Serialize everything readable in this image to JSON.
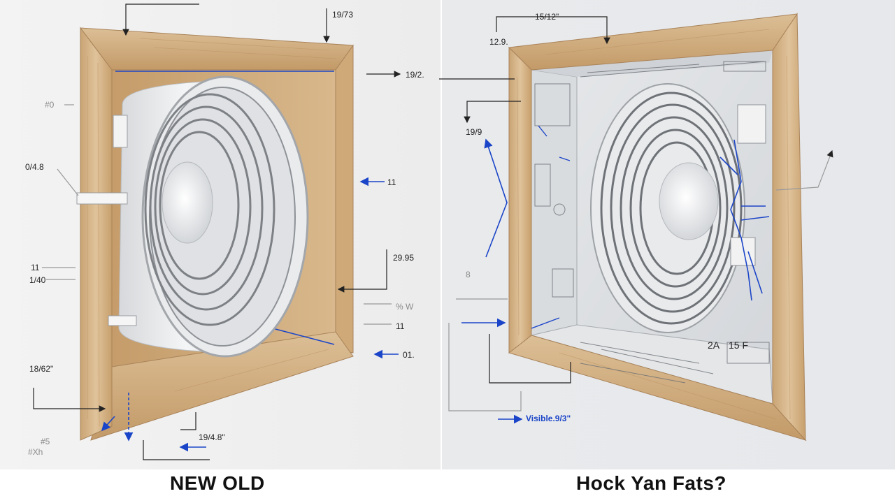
{
  "captions": {
    "left": "NEW OLD",
    "right": "Hock Yan Fats?"
  },
  "labels": {
    "l_top": "19/73",
    "l_right_1": "19/2.",
    "l_side_1": "#0",
    "l_side_2": "0/4.8",
    "l_mid_right": "11",
    "l_side_3": "11",
    "l_side_4": "1/40",
    "l_right_2": "29.95",
    "l_right_3": "% W",
    "l_right_4": "11",
    "l_right_5": "01.",
    "l_bottom_1": "18/62\"",
    "l_bottom_2": "19/4.8\"",
    "l_bottom_3": "#5",
    "l_bottom_4": "#Xh",
    "r_top_1": "15/12\"",
    "r_top_2": "12.9.",
    "r_side_1": "19/9",
    "r_side_2": "8",
    "r_bottom": "Visible.9/3\"",
    "r_panel_1": "2A",
    "r_panel_2": "15 F"
  },
  "colors": {
    "wood": "#d9b98e",
    "wood_dark": "#b8905f",
    "blue_accent": "#1b45c8",
    "fan_white": "#f1f2f3",
    "fan_grey": "#8e9196"
  },
  "icons": {
    "left_fan": "exhaust-fan-housing",
    "right_fan": "exhaust-fan-housing"
  }
}
